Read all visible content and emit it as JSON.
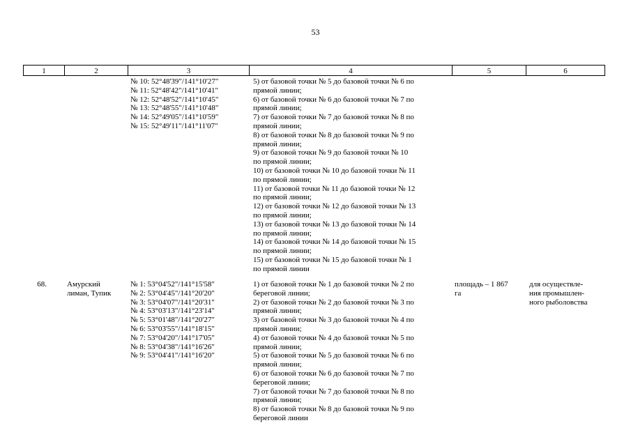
{
  "page_number": "53",
  "header": [
    "1",
    "2",
    "3",
    "4",
    "5",
    "6"
  ],
  "continuation_row": {
    "col3": [
      "№ 10: 52°48'39\"/141°10'27\"",
      "№ 11: 52°48'42\"/141°10'41\"",
      "№ 12: 52°48'52\"/141°10'45\"",
      "№ 13: 52°48'55\"/141°10'48\"",
      "№ 14: 52°49'05\"/141°10'59\"",
      "№ 15: 52°49'11\"/141°11'07\""
    ],
    "col4": [
      "5) от базовой точки № 5 до базовой точки № 6 по",
      "прямой линии;",
      "6) от базовой точки № 6 до базовой точки № 7 по",
      "прямой линии;",
      "7) от базовой точки № 7 до базовой точки № 8 по",
      "прямой линии;",
      "8) от базовой точки № 8 до базовой точки № 9 по",
      "прямой линии;",
      "9) от базовой точки № 9 до базовой точки № 10",
      "по прямой линии;",
      "10) от базовой точки № 10 до базовой точки № 11",
      "по прямой линии;",
      "11) от базовой точки № 11 до базовой точки № 12",
      "по прямой линии;",
      "12) от базовой точки № 12 до базовой точки № 13",
      "по прямой линии;",
      "13) от базовой точки № 13 до базовой точки № 14",
      "по прямой линии;",
      "14) от базовой точки № 14 до базовой точки № 15",
      "по прямой линии;",
      "15) от базовой точки № 15 до базовой точки № 1",
      "по прямой линии"
    ]
  },
  "row_68": {
    "number": "68.",
    "name": [
      "Амурский",
      "лиман, Тупик"
    ],
    "col3": [
      "№ 1: 53°04'52\"/141°15'58\"",
      "№ 2: 53°04'45\"/141°20'20\"",
      "№ 3: 53°04'07\"/141°20'31\"",
      "№ 4: 53°03'13\"/141°23'14\"",
      "№ 5: 53°01'48\"/141°20'27\"",
      "№ 6: 53°03'55\"/141°18'15\"",
      "№ 7: 53°04'20\"/141°17'05\"",
      "№ 8: 53°04'38\"/141°16'26\"",
      "№ 9: 53°04'41\"/141°16'20\""
    ],
    "col4": [
      "1) от базовой точки № 1 до базовой точки № 2 по",
      "береговой линии;",
      "2) от базовой точки № 2 до базовой точки № 3 по",
      "прямой линии;",
      "3) от базовой точки № 3 до базовой точки № 4 по",
      "прямой линии;",
      "4) от базовой точки № 4 до базовой точки № 5 по",
      "прямой линии;",
      "5) от базовой точки № 5 до базовой точки № 6 по",
      "прямой линии;",
      "6) от базовой точки № 6 до базовой точки № 7 по",
      "береговой линии;",
      "7) от базовой точки № 7 до базовой точки № 8 по",
      "прямой линии;",
      "8) от базовой точки № 8 до базовой точки № 9 по",
      "береговой линии"
    ],
    "area": [
      "площадь – 1 867",
      "га"
    ],
    "purpose": [
      "для осуществле-",
      "ния промышлен-",
      "ного рыболовства"
    ]
  }
}
